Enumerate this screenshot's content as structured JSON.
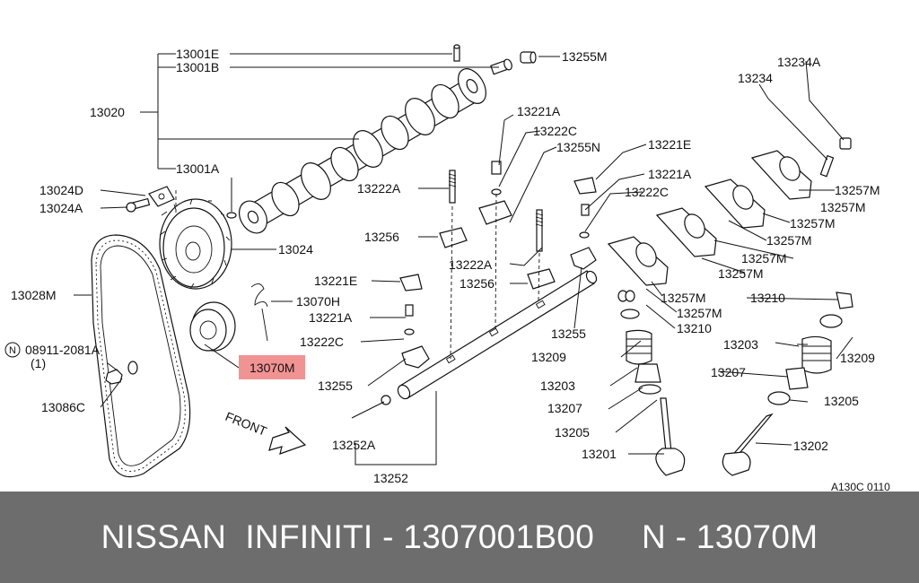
{
  "diagram": {
    "labels": {
      "p13001E": "13001E",
      "p13001B": "13001B",
      "p13255M": "13255M",
      "p13020": "13020",
      "p13001A": "13001A",
      "p13024D": "13024D",
      "p13024A": "13024A",
      "p13024": "13024",
      "p13028M": "13028M",
      "p13221E_l": "13221E",
      "p13070H": "13070H",
      "p13221A_l": "13221A",
      "p13222C_l": "13222C",
      "p13070M": "13070M",
      "p13255_l": "13255",
      "p08911": "08911-2081A",
      "qty": "(1)",
      "n_mark": "N",
      "p13086C": "13086C",
      "front": "FRONT",
      "p13252A": "13252A",
      "p13252": "13252",
      "p13221A_t": "13221A",
      "p13222C_t": "13222C",
      "p13255N": "13255N",
      "p13222A_l": "13222A",
      "p13256_l": "13256",
      "p13222A_m": "13222A",
      "p13256_m": "13256",
      "p13221E_r": "13221E",
      "p13221A_r": "13221A",
      "p13222C_r": "13222C",
      "p13255_m": "13255",
      "p13234A": "13234A",
      "p13234": "13234",
      "p13257M_1": "13257M",
      "p13257M_2": "13257M",
      "p13257M_3": "13257M",
      "p13257M_4": "13257M",
      "p13257M_5": "13257M",
      "p13257M_6": "13257M",
      "p13257M_7": "13257M",
      "p13257M_8": "13257M",
      "p13210_l": "13210",
      "p13210_r": "13210",
      "p13209_l": "13209",
      "p13203_l": "13203",
      "p13207_l": "13207",
      "p13205_l": "13205",
      "p13201": "13201",
      "p13203_r": "13203",
      "p13209_r": "13209",
      "p13207_r": "13207",
      "p13205_r": "13205",
      "p13202": "13202",
      "drawing_code": "A130C 0110"
    }
  },
  "footer": {
    "text": "NISSAN  INFINITI - 1307001B00     N - 13070M"
  },
  "colors": {
    "footer_bg": "#6d6d6d",
    "footer_text": "#ffffff",
    "highlight": "#f08080"
  }
}
